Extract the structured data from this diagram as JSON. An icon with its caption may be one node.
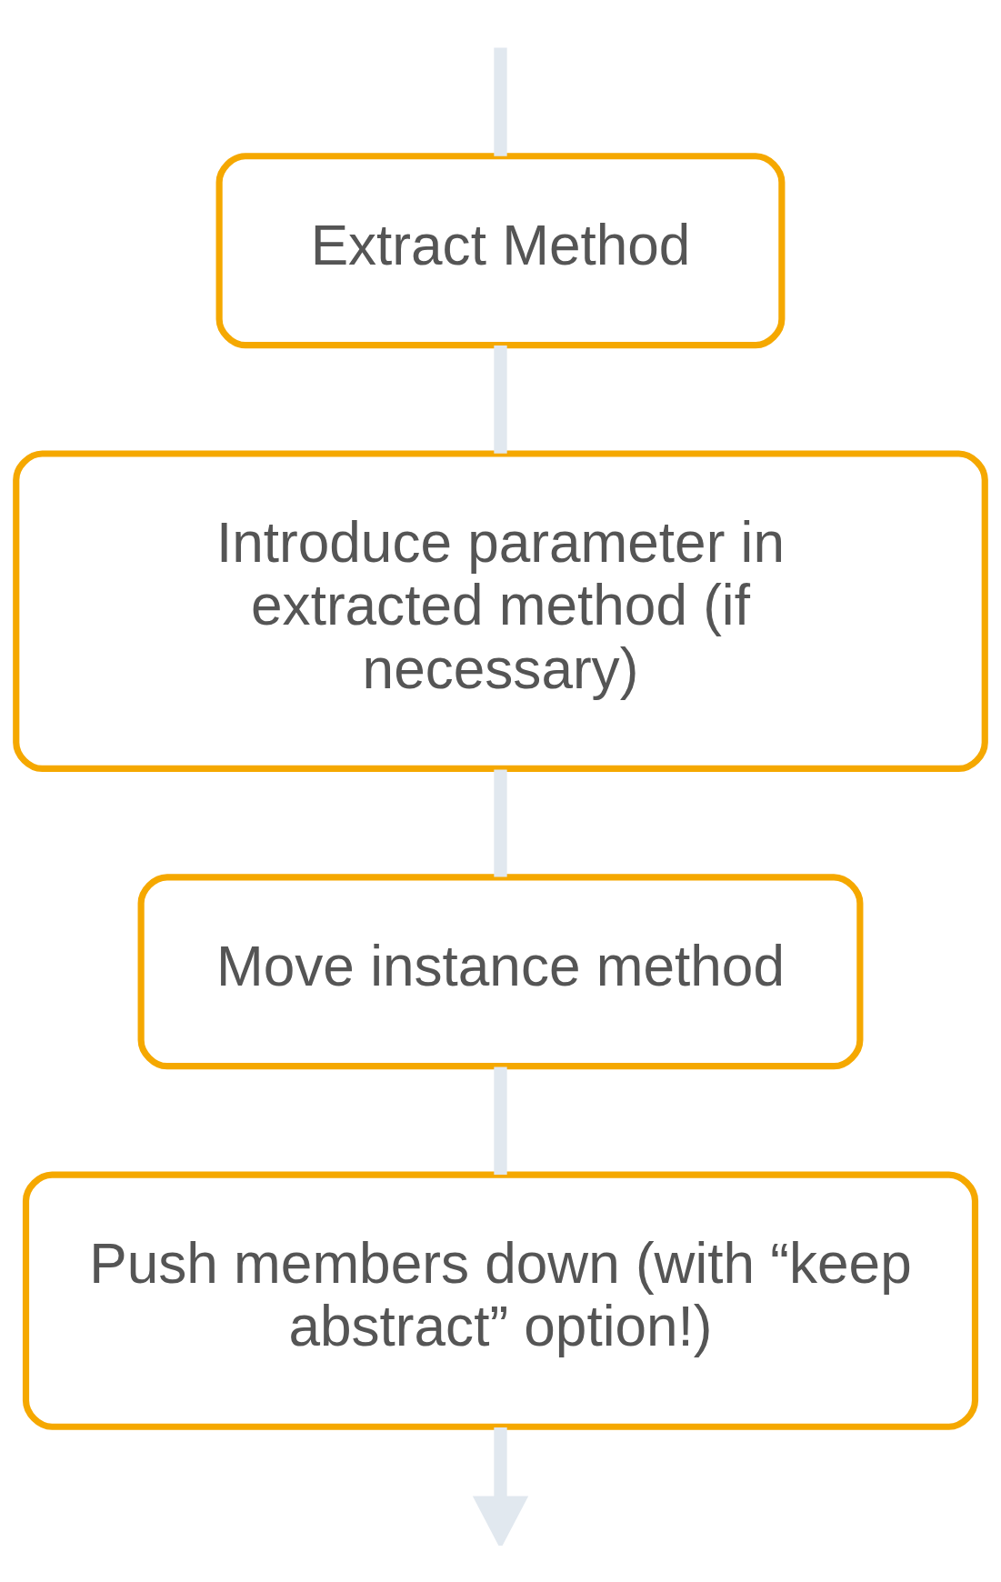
{
  "diagram": {
    "nodes": [
      {
        "text": [
          "Extract Method"
        ]
      },
      {
        "text": [
          "Introduce parameter in extracted method (if necessary)"
        ]
      },
      {
        "text": [
          "Move instance method"
        ]
      },
      {
        "text": [
          "Push members down (with “keep abstract” option!)"
        ]
      }
    ],
    "edges": [
      {
        "from": null,
        "to": 0,
        "arrow": "none"
      },
      {
        "from": 0,
        "to": 1,
        "arrow": "none"
      },
      {
        "from": 1,
        "to": 2,
        "arrow": "none"
      },
      {
        "from": 2,
        "to": 3,
        "arrow": "none"
      },
      {
        "from": 3,
        "to": null,
        "arrow": "to"
      }
    ]
  }
}
